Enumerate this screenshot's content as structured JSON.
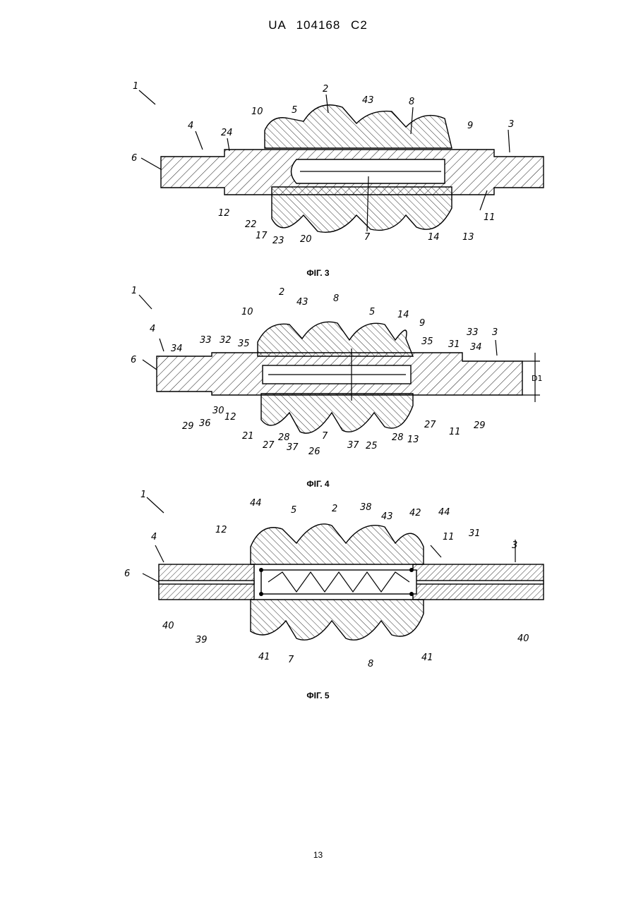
{
  "header": {
    "document_number": "UA   104168   C2"
  },
  "figures": [
    {
      "caption": "ФІГ. 3",
      "labels": [
        "1",
        "2",
        "43",
        "8",
        "10",
        "5",
        "9",
        "3",
        "4",
        "24",
        "6",
        "12",
        "22",
        "17",
        "23",
        "20",
        "7",
        "14",
        "13",
        "11"
      ]
    },
    {
      "caption": "ФІГ. 4",
      "labels": [
        "1",
        "2",
        "43",
        "8",
        "5",
        "14",
        "9",
        "10",
        "33",
        "3",
        "4",
        "34",
        "32",
        "35",
        "35",
        "31",
        "33",
        "34",
        "6",
        "D1",
        "29",
        "36",
        "30",
        "12",
        "21",
        "27",
        "28",
        "37",
        "26",
        "7",
        "37",
        "25",
        "28",
        "13",
        "27",
        "11",
        "29"
      ]
    },
    {
      "caption": "ФІГ. 5",
      "labels": [
        "1",
        "44",
        "5",
        "2",
        "38",
        "43",
        "42",
        "44",
        "11",
        "31",
        "3",
        "4",
        "12",
        "6",
        "40",
        "39",
        "41",
        "7",
        "8",
        "41",
        "40"
      ]
    }
  ],
  "footer": {
    "page_number": "13"
  }
}
